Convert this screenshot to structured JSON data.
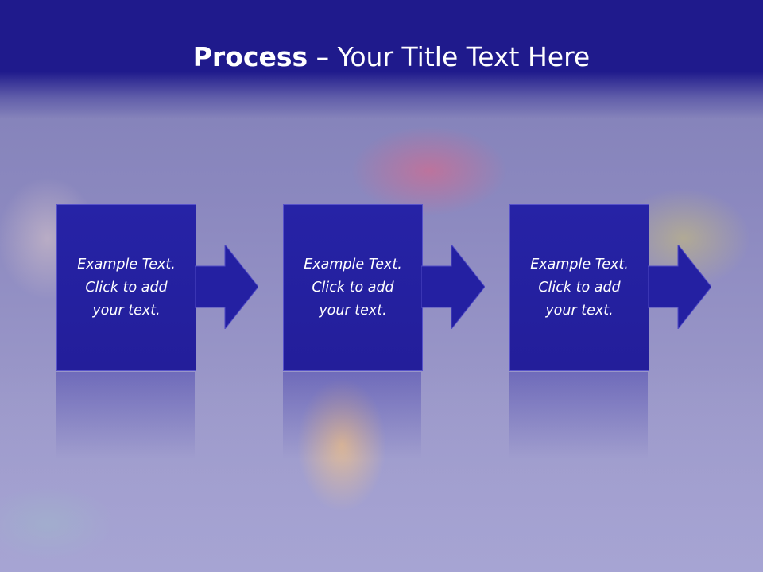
{
  "slide": {
    "title_bold": "Process",
    "title_rest": " – Your Title Text Here"
  },
  "steps": [
    {
      "line1": "Example Text.",
      "line2": "Click  to add",
      "line3": "your text."
    },
    {
      "line1": "Example Text.",
      "line2": "Click  to add",
      "line3": "your text."
    },
    {
      "line1": "Example Text.",
      "line2": "Click  to add",
      "line3": "your text."
    }
  ],
  "colors": {
    "header": "#1f1a8c",
    "box": "#2623a6",
    "text": "#ffffff"
  },
  "icons": {
    "arrow": "right-arrow-icon"
  }
}
